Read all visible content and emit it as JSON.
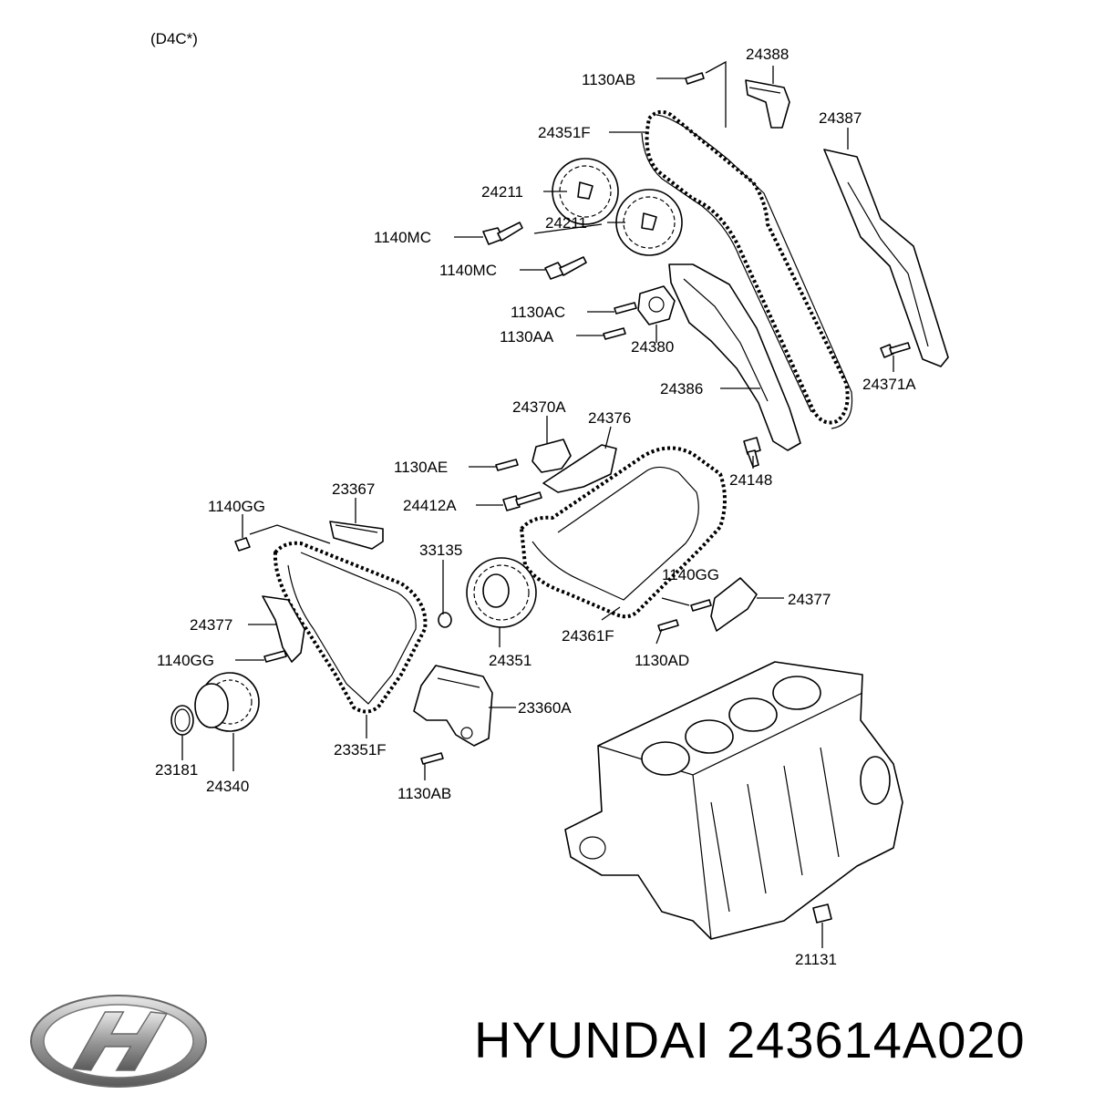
{
  "diagram": {
    "engine_code": "(D4C*)",
    "labels": [
      "24388",
      "1130AB",
      "24387",
      "24351F",
      "24211",
      "1140MC",
      "24211",
      "1140MC",
      "1130AC",
      "1130AA",
      "24380",
      "24386",
      "24371A",
      "24370A",
      "24376",
      "1130AE",
      "24148",
      "24412A",
      "23367",
      "1140GG",
      "33135",
      "1140GG",
      "24377",
      "24377",
      "24361F",
      "1140GG",
      "24351",
      "1130AD",
      "23360A",
      "23351F",
      "23181",
      "24340",
      "1130AB",
      "21131"
    ]
  },
  "footer": {
    "brand": "HYUNDAI",
    "part_number": "243614A020"
  },
  "icons": [
    "hyundai-logo-icon"
  ]
}
